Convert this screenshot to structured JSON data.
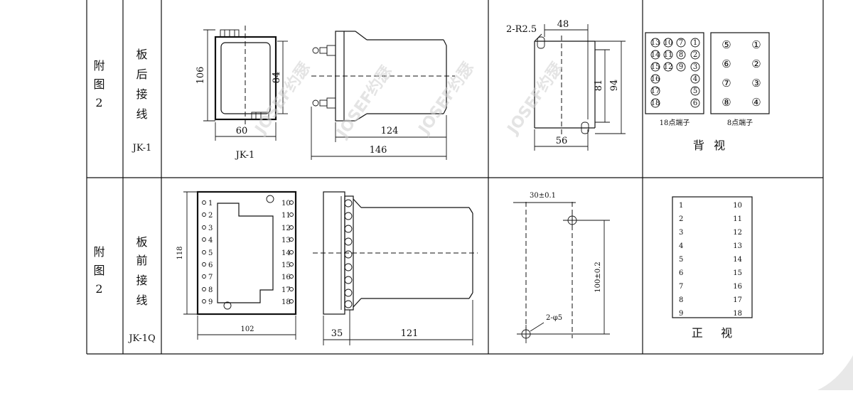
{
  "rows": [
    {
      "fig_chars": [
        "附",
        "图",
        "2"
      ],
      "type_chars": [
        "板",
        "后",
        "接",
        "线"
      ],
      "model": "JK-1"
    },
    {
      "fig_chars": [
        "附",
        "图",
        "2"
      ],
      "type_chars": [
        "板",
        "前",
        "接",
        "线"
      ],
      "model": "JK-1Q"
    }
  ],
  "rear": {
    "front_view": {
      "height": "106",
      "inner_height": "84",
      "width": "60",
      "caption": "JK-1"
    },
    "side_view": {
      "body_length": "124",
      "total_length": "146"
    },
    "cutout": {
      "radius": "2-R2.5",
      "top": "48",
      "inner_height": "81",
      "outer_height": "94",
      "bottom": "56"
    },
    "terminal_18": {
      "caption": "18点端子",
      "grid": [
        [
          "13",
          "10",
          "7",
          "1"
        ],
        [
          "14",
          "11",
          "8",
          "2"
        ],
        [
          "15",
          "12",
          "9",
          "3"
        ],
        [
          "16",
          "",
          "",
          "4"
        ],
        [
          "17",
          "",
          "",
          "5"
        ],
        [
          "18",
          "",
          "",
          "6"
        ]
      ]
    },
    "terminal_8": {
      "caption": "8点端子",
      "grid": [
        [
          "⑤",
          "①"
        ],
        [
          "⑥",
          "②"
        ],
        [
          "⑦",
          "③"
        ],
        [
          "⑧",
          "④"
        ]
      ]
    },
    "view_label": "背  视"
  },
  "front": {
    "panel": {
      "height": "118",
      "width": "102",
      "left_terminals": [
        "1",
        "2",
        "3",
        "4",
        "5",
        "6",
        "7",
        "8",
        "9"
      ],
      "right_terminals": [
        "10",
        "11",
        "12",
        "13",
        "14",
        "15",
        "16",
        "17",
        "18"
      ]
    },
    "side_view": {
      "flange": "35",
      "body": "121"
    },
    "mounting": {
      "spacing_x": "30±0.1",
      "spacing_y": "100±0.2",
      "holes": "2-φ5"
    },
    "numbers": {
      "left": [
        "1",
        "2",
        "3",
        "4",
        "5",
        "6",
        "7",
        "8",
        "9"
      ],
      "right": [
        "10",
        "11",
        "12",
        "13",
        "14",
        "15",
        "16",
        "17",
        "18"
      ]
    },
    "view_label": "正    视"
  },
  "watermark": "JOSEF约瑟"
}
